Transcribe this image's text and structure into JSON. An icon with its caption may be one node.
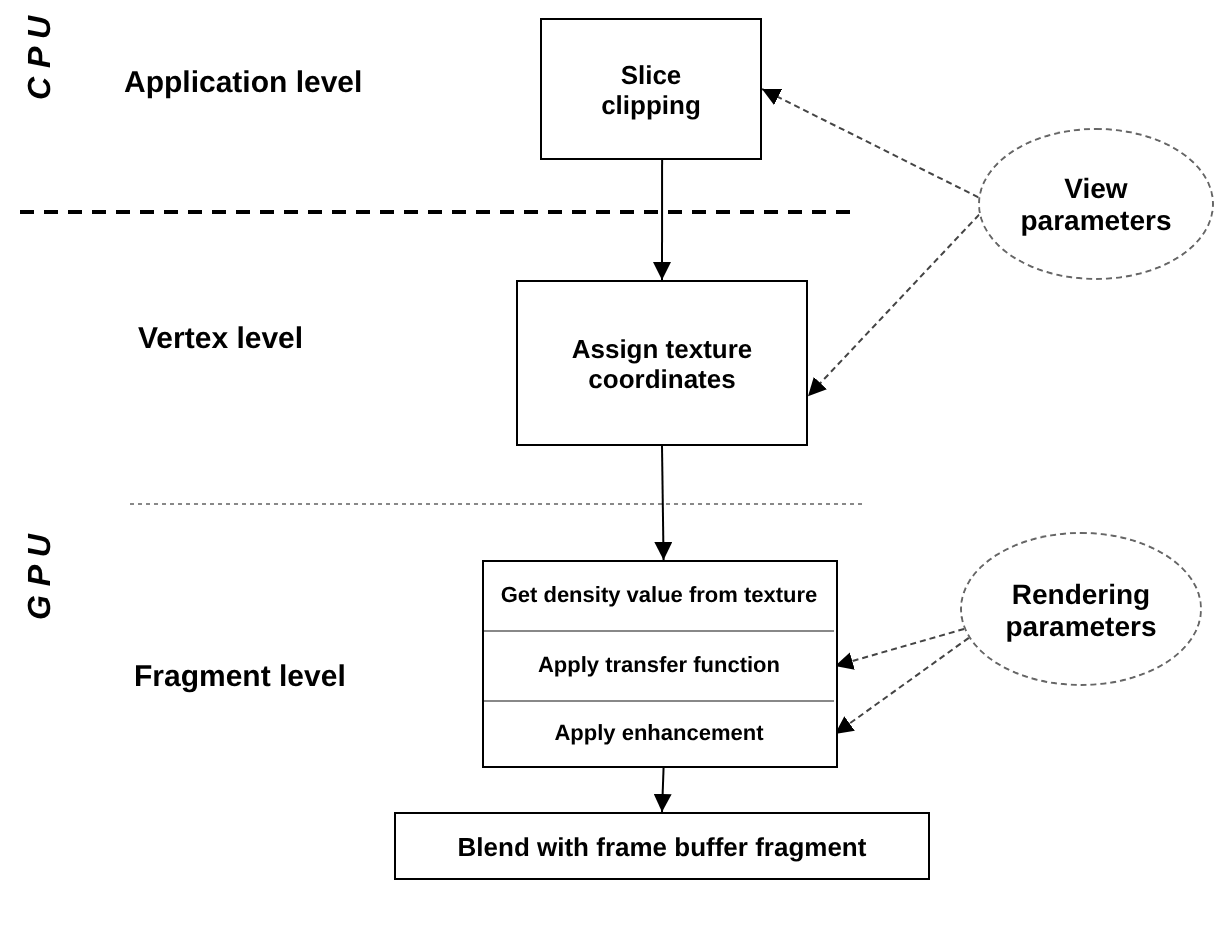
{
  "diagram": {
    "nodes": [
      {
        "text": [
          "Slice clipping"
        ]
      },
      {
        "text": [
          "View parameters"
        ]
      },
      {
        "text": [
          "Assign texture coordinates"
        ]
      },
      {
        "text": [],
        "shape": "box"
      },
      {
        "text": [
          "Get density value from texture"
        ],
        "in": 3
      },
      {
        "text": [
          "Apply transfer function"
        ],
        "in": 3
      },
      {
        "text": [
          "Apply enhancement"
        ],
        "in": 3
      },
      {
        "text": [
          "Rendering parameters"
        ]
      },
      {
        "text": [
          "Blend with frame buffer fragment"
        ]
      }
    ],
    "edges": [
      {
        "from": 0,
        "to": 2,
        "arrow": "to"
      },
      {
        "from": 1,
        "to": 0,
        "arrow": "to",
        "style": "dashed"
      },
      {
        "from": 1,
        "to": 2,
        "arrow": "to",
        "style": "dashed"
      },
      {
        "from": 2,
        "to": 3,
        "arrow": "to"
      },
      {
        "from": 7,
        "to": 5,
        "arrow": "to",
        "style": "dashed"
      },
      {
        "from": 7,
        "to": 6,
        "arrow": "to",
        "style": "dashed"
      },
      {
        "from": 3,
        "to": 8,
        "arrow": "to"
      }
    ],
    "labels": [
      "C P U",
      "Application level",
      "Vertex level",
      "G P U",
      "Fragment level"
    ]
  }
}
